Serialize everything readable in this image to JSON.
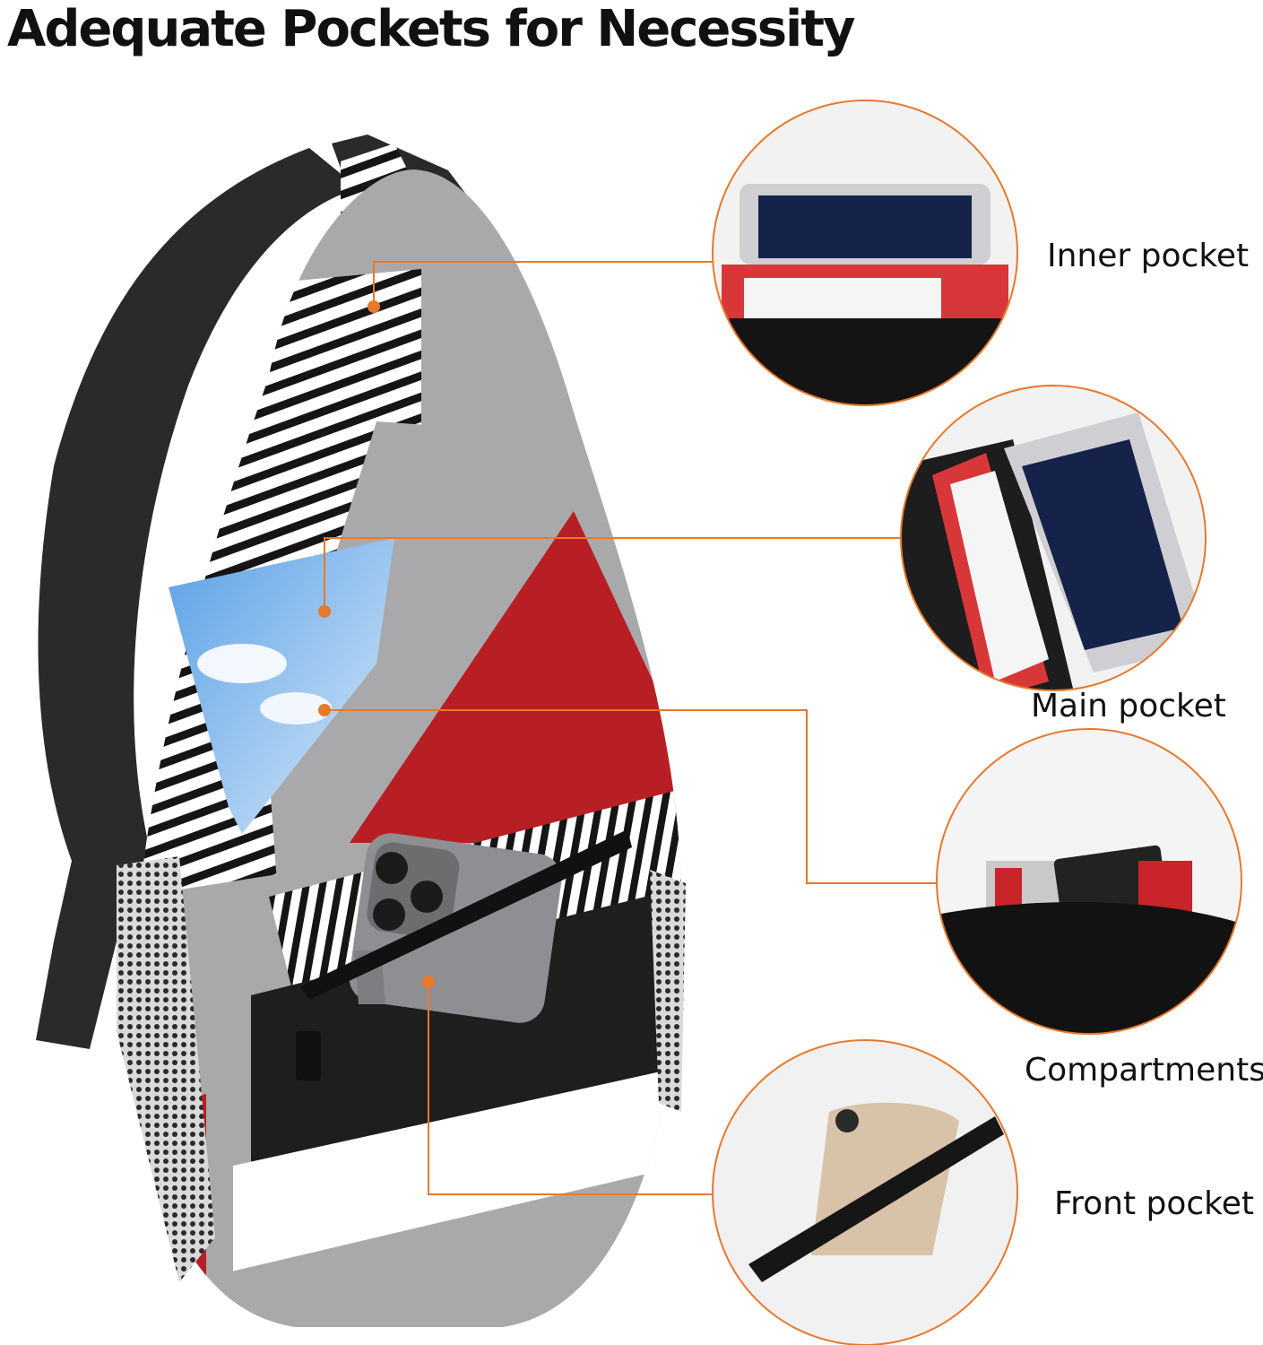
{
  "title": "Adequate Pockets for Necessity",
  "callouts": [
    {
      "label": "Inner pocket"
    },
    {
      "label": "Main pocket"
    },
    {
      "label": "Compartments"
    },
    {
      "label": "Front pocket"
    }
  ],
  "colors": {
    "accent": "#E8782A",
    "bag_red": "#B81F24",
    "bag_gray": "#A9A9AB",
    "bag_black": "#1E1E1E",
    "strap": "#2A2A2A"
  }
}
